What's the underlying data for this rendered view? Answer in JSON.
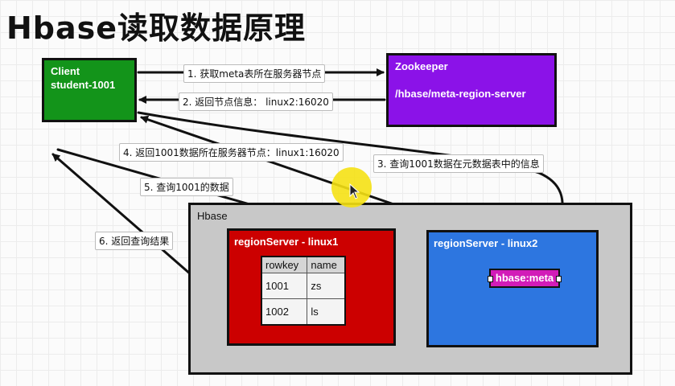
{
  "title": "Hbase读取数据原理",
  "client": {
    "line1": "Client",
    "line2": "student-1001"
  },
  "zookeeper": {
    "name": "Zookeeper",
    "path": "/hbase/meta-region-server"
  },
  "hbase": {
    "label": "Hbase"
  },
  "region_server_1": {
    "label": "regionServer - linux1",
    "table": {
      "headers": [
        "rowkey",
        "name"
      ],
      "rows": [
        [
          "1001",
          "zs"
        ],
        [
          "1002",
          "ls"
        ]
      ]
    }
  },
  "region_server_2": {
    "label": "regionServer - linux2",
    "meta_table": "hbase:meta"
  },
  "steps": [
    "1. 获取meta表所在服务器节点",
    "2. 返回节点信息： linux2:16020",
    "3. 查询1001数据在元数据表中的信息",
    "4. 返回1001数据所在服务器节点：linux1:16020",
    "5. 查询1001的数据",
    "6. 返回查询结果"
  ],
  "colors": {
    "client": "#13941a",
    "zookeeper": "#8b12e8",
    "hbase": "#c8c8c8",
    "region_server_1": "#cc0000",
    "region_server_2": "#2d76e0",
    "meta_table": "#d21cb8",
    "pointer": "#f5e114"
  }
}
